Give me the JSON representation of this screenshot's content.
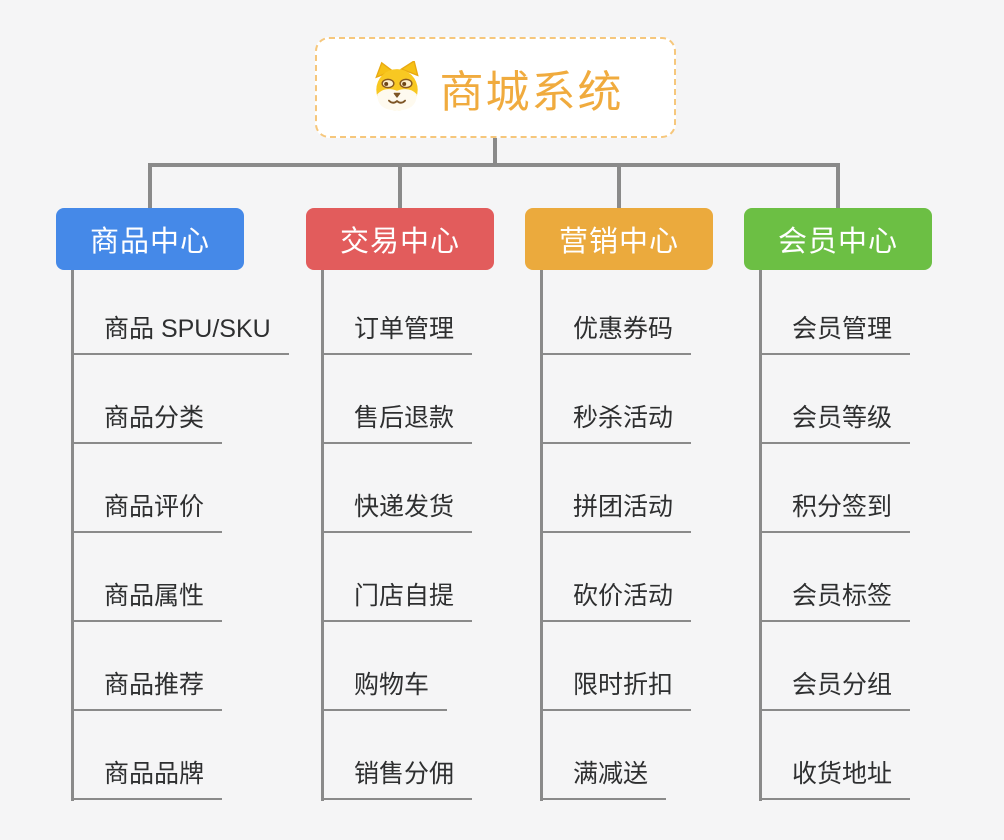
{
  "diagram_title": "商城系统",
  "colors": {
    "background": "#f5f5f6",
    "connector": "#8a8a8a",
    "root_text": "#f0ab3e",
    "root_border": "#f6c77c",
    "leaf_text": "#2e2f30"
  },
  "root": {
    "label": "商城系统",
    "icon": "shiba-dog-icon"
  },
  "branches": [
    {
      "label": "商品中心",
      "color": "#4589e8",
      "children": [
        "商品 SPU/SKU",
        "商品分类",
        "商品评价",
        "商品属性",
        "商品推荐",
        "商品品牌"
      ]
    },
    {
      "label": "交易中心",
      "color": "#e25c5c",
      "children": [
        "订单管理",
        "售后退款",
        "快递发货",
        "门店自提",
        "购物车",
        "销售分佣"
      ]
    },
    {
      "label": "营销中心",
      "color": "#ebaa3d",
      "children": [
        "优惠券码",
        "秒杀活动",
        "拼团活动",
        "砍价活动",
        "限时折扣",
        "满减送"
      ]
    },
    {
      "label": "会员中心",
      "color": "#6cbf44",
      "children": [
        "会员管理",
        "会员等级",
        "积分签到",
        "会员标签",
        "会员分组",
        "收货地址"
      ]
    }
  ]
}
